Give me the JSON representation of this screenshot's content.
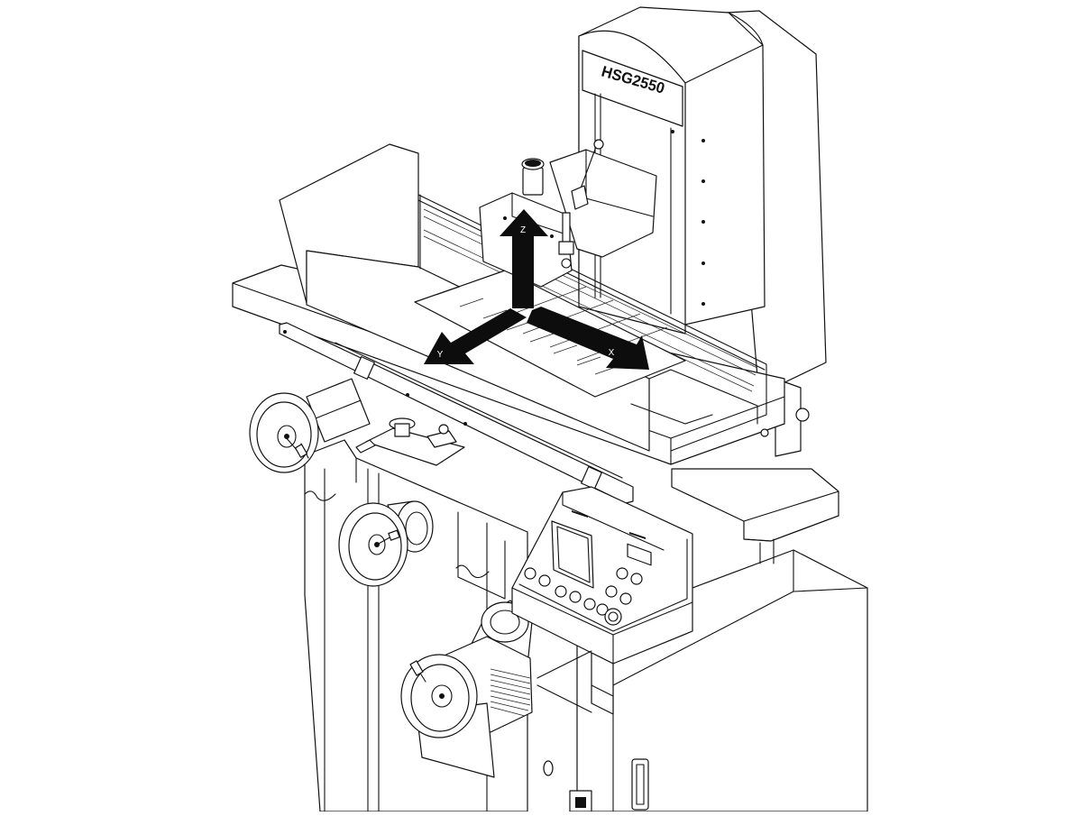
{
  "diagram": {
    "model_label": "HSG2550",
    "axes": {
      "z": "Z",
      "y": "Y",
      "x": "X"
    },
    "colors": {
      "line": "#111111",
      "arrow": "#0d0d0d",
      "background": "#ffffff"
    },
    "icons": {
      "handwheels": "handwheel-icon",
      "control_buttons": "round-button-icon"
    }
  }
}
